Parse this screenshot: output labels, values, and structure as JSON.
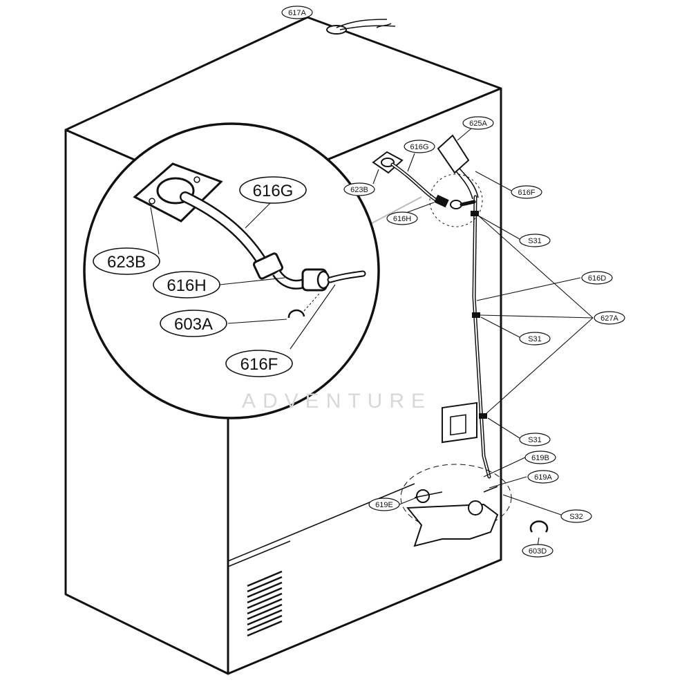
{
  "labels": {
    "l617A": "617A",
    "l625A": "625A",
    "l616G_small": "616G",
    "l623B_small": "623B",
    "l616F_small": "616F",
    "l616H_small": "616H",
    "l616D": "616D",
    "l627A": "627A",
    "s31_top": "S31",
    "s31_mid": "S31",
    "s31_low": "S31",
    "l619B": "619B",
    "l619A": "619A",
    "l619E": "619E",
    "s32": "S32",
    "l603D": "603D",
    "l616G_big": "616G",
    "l623B_big": "623B",
    "l616H_big": "616H",
    "l603A_big": "603A",
    "l616F_big": "616F"
  },
  "watermark": "ADVENTURE"
}
